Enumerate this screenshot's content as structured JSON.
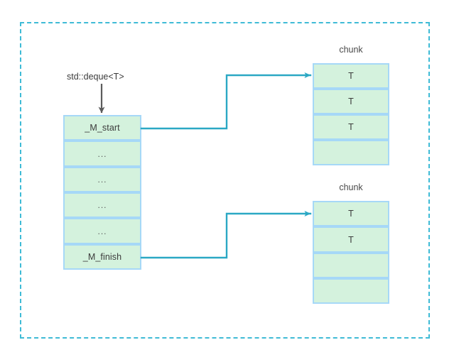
{
  "diagram": {
    "title_label": "std::deque<T>",
    "frame": {
      "style": "dashed",
      "color": "#3fbbd6"
    },
    "colors": {
      "cell_fill": "#d4f2dd",
      "cell_border": "#a6d8f7",
      "connector": "#2ba8c4",
      "pointer_arrow": "#595959",
      "frame_dash": "#3fbbd6",
      "text": "#3b3b3b"
    },
    "map": {
      "name": "map-array",
      "cells": [
        {
          "label": "_M_start",
          "kind": "pointer"
        },
        {
          "label": "...",
          "kind": "ellipsis"
        },
        {
          "label": "...",
          "kind": "ellipsis"
        },
        {
          "label": "...",
          "kind": "ellipsis"
        },
        {
          "label": "...",
          "kind": "ellipsis"
        },
        {
          "label": "_M_finish",
          "kind": "pointer"
        }
      ]
    },
    "chunks": [
      {
        "label": "chunk",
        "cells": [
          {
            "label": "T",
            "kind": "filled"
          },
          {
            "label": "T",
            "kind": "filled"
          },
          {
            "label": "T",
            "kind": "filled"
          },
          {
            "label": "",
            "kind": "empty"
          }
        ]
      },
      {
        "label": "chunk",
        "cells": [
          {
            "label": "T",
            "kind": "filled"
          },
          {
            "label": "T",
            "kind": "filled"
          },
          {
            "label": "",
            "kind": "empty"
          },
          {
            "label": "",
            "kind": "empty"
          }
        ]
      }
    ],
    "connectors": [
      {
        "name": "start-to-chunk-1",
        "from": "_M_start",
        "to": "chunk-1-cell-1"
      },
      {
        "name": "finish-to-chunk-2",
        "from": "_M_finish",
        "to": "chunk-2-cell-1"
      }
    ]
  }
}
